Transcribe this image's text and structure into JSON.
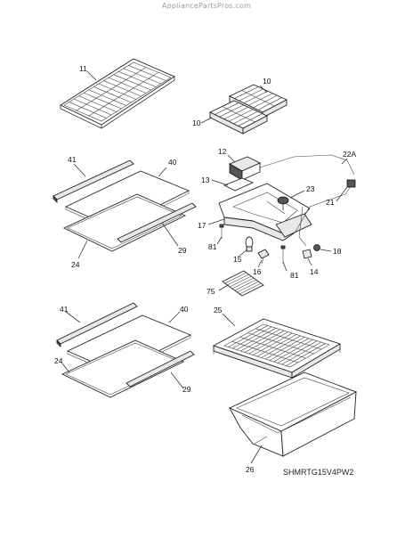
{
  "watermark": "AppliancePartsPros.com",
  "model_code": "SHMRTG15V4PW2",
  "callouts": {
    "wire_shelf": "11",
    "ice_tray_a": "10",
    "ice_tray_b": "10",
    "trim_upper": "41",
    "glass_upper": "40",
    "frame_upper": "24",
    "rear_trim_upper": "29",
    "ice_bucket": "12",
    "bracket_13": "13",
    "cable_22a": "22A",
    "control_23": "23",
    "connector_21": "21",
    "ice_maker": "17",
    "screw_81a": "81",
    "screw_81b": "81",
    "lamp_15": "15",
    "knob_16": "16",
    "sensor_18": "18",
    "clip_14": "14",
    "louver_75": "75",
    "trim_lower": "41",
    "glass_lower": "40",
    "frame_lower": "24",
    "rear_trim_lower": "29",
    "crisper_cover": "25",
    "crisper_pan": "26"
  }
}
